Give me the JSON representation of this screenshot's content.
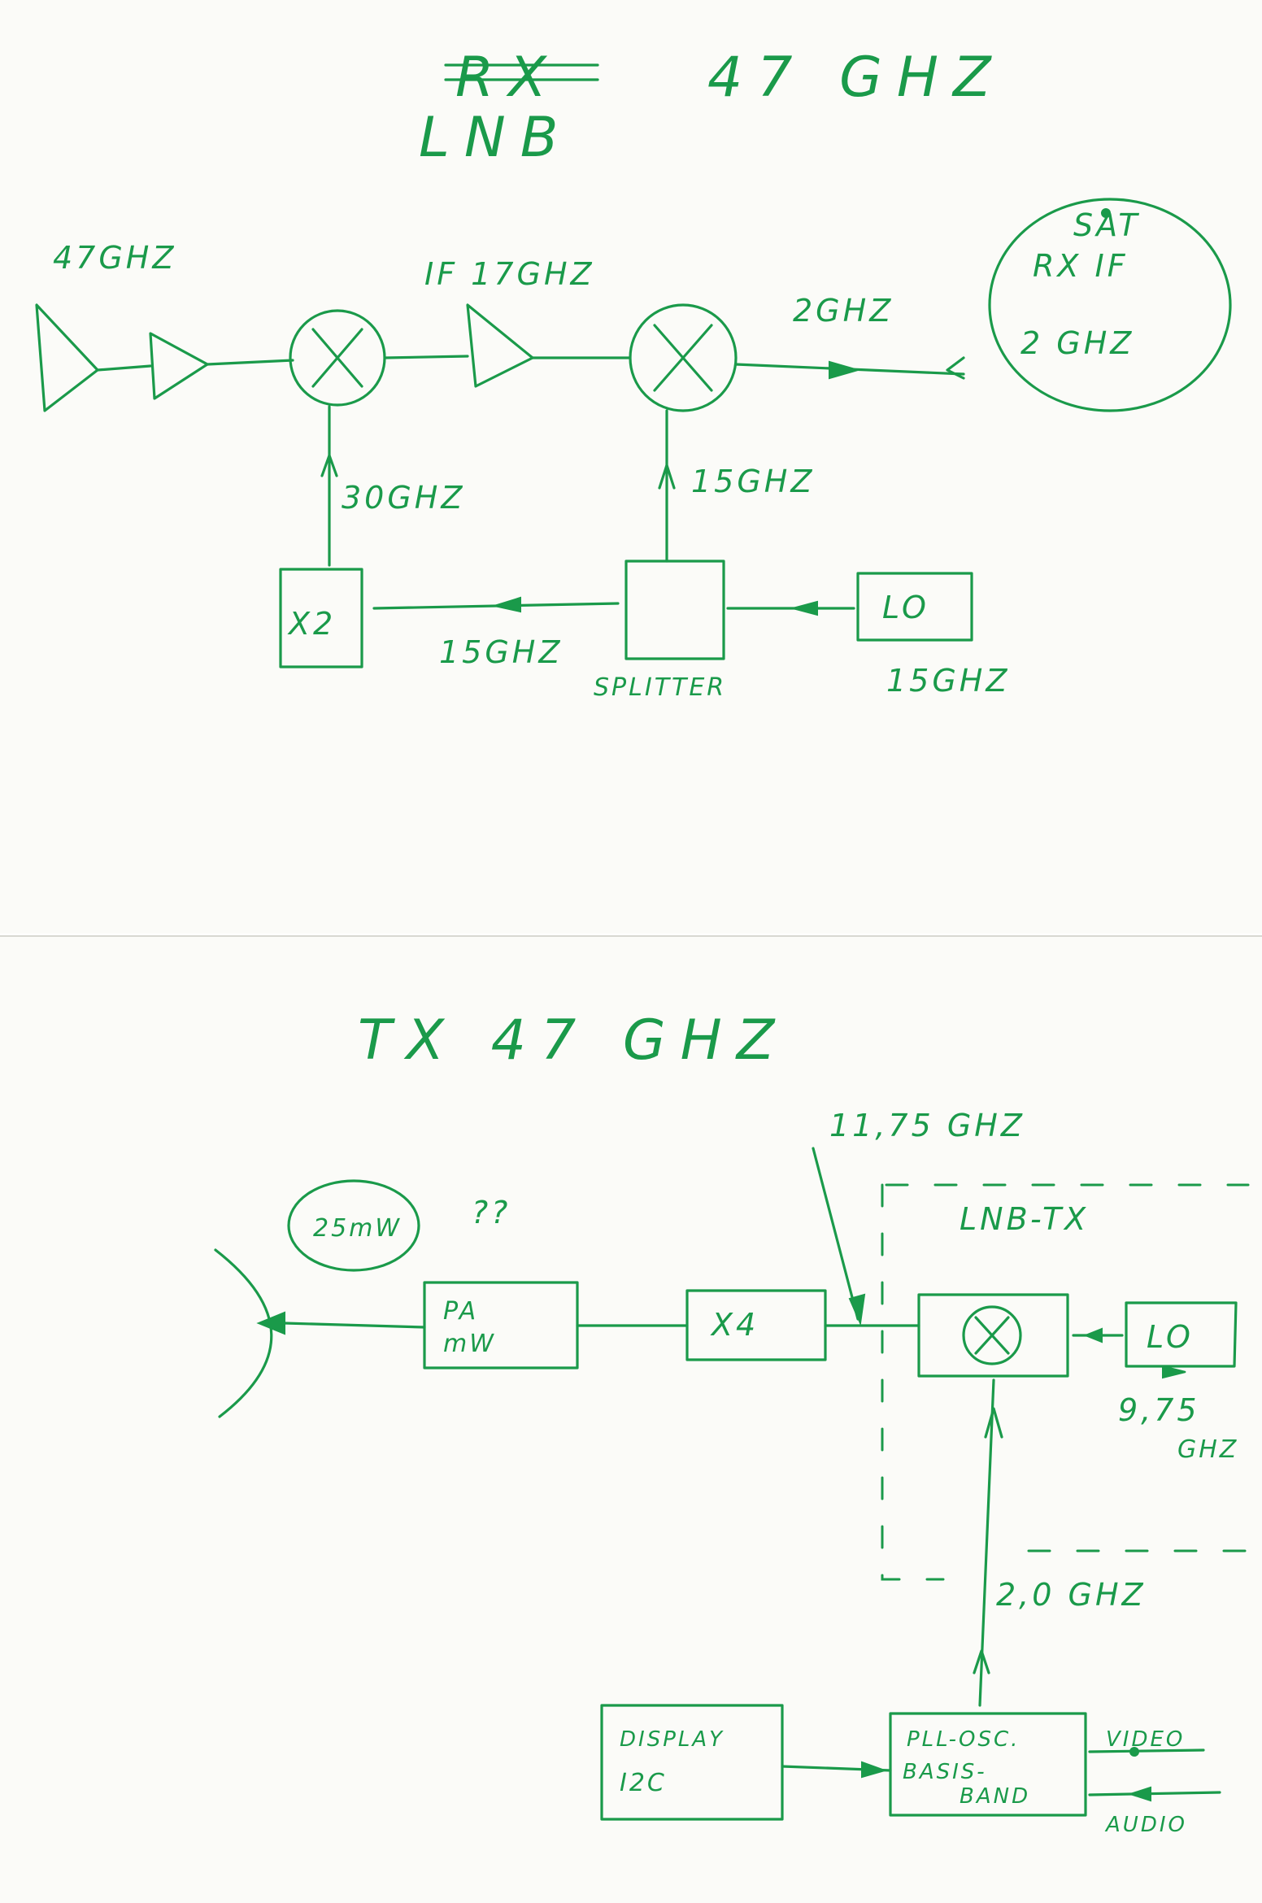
{
  "rx": {
    "title_struck": "RX",
    "title_freq": "47 GHZ",
    "subtitle": "LNB",
    "antenna_freq": "47GHZ",
    "if_label": "IF 17GHZ",
    "out_freq": "2GHZ",
    "sat_line1": "SAT",
    "sat_line2": "RX IF",
    "sat_line3": "2 GHZ",
    "lo1_freq": "30GHZ",
    "lo2_freq": "15GHZ",
    "x2_label": "X2",
    "x2_freq": "15GHZ",
    "splitter_label": "SPLITTER",
    "lo_label": "LO",
    "lo_freq": "15GHZ"
  },
  "tx": {
    "title": "TX 47 GHZ",
    "rf_freq": "11,75 GHZ",
    "lnb_tx_label": "LNB-TX",
    "power_label": "25mW",
    "power_question": "??",
    "pa_line1": "PA",
    "pa_line2": "mW",
    "x4_label": "X4",
    "lo_label": "LO",
    "lo_freq_line1": "9,75",
    "lo_freq_line2": "GHZ",
    "if_freq": "2,0 GHZ",
    "display_line1": "DISPLAY",
    "display_line2": "I2C",
    "pll_line1": "PLL-OSC.",
    "pll_line2": "BASIS-",
    "pll_line3": "BAND",
    "video_label": "VIDEO",
    "audio_label": "AUDIO"
  }
}
